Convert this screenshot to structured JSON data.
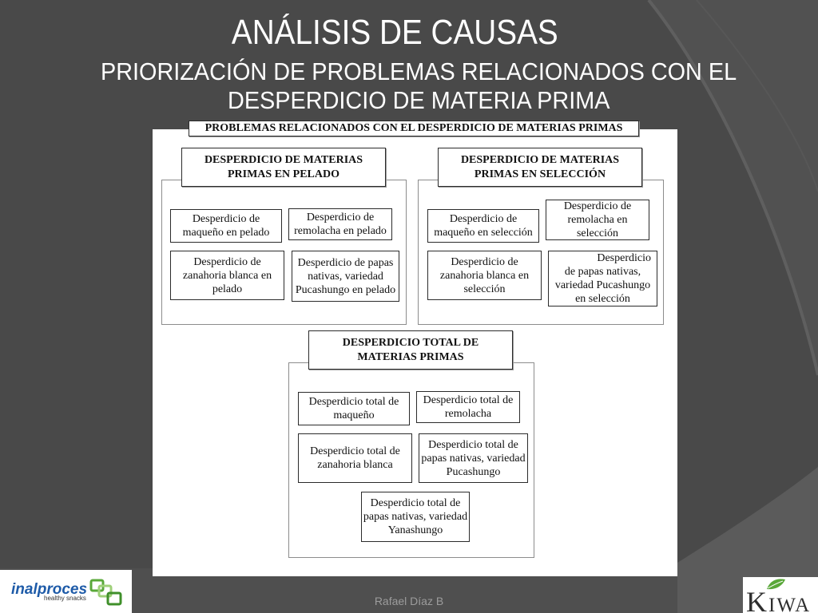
{
  "slide": {
    "title": "ANÁLISIS DE CAUSAS",
    "subtitle_lines": [
      "PRIORIZACIÓN DE PROBLEMAS RELACIONADOS CON EL",
      "DESPERDICIO DE MATERIA PRIMA"
    ],
    "footer": "Rafael Díaz B"
  },
  "colors": {
    "background": "#494949",
    "title_text": "#ffffff",
    "footer_text": "#9c9c9c",
    "panel": "#ffffff",
    "box_border": "#2b2b2b",
    "group_border": "#8c8c8c",
    "logo_blue": "#1e5ba8",
    "logo_green": "#5aa83a"
  },
  "diagram": {
    "header": "PROBLEMAS RELACIONADOS CON EL DESPERDICIO DE MATERIAS PRIMAS",
    "groups": [
      {
        "title_lines": [
          "DESPERDICIO DE MATERIAS",
          "PRIMAS EN PELADO"
        ],
        "items": [
          {
            "lines": [
              "Desperdicio de",
              "maqueño en pelado"
            ]
          },
          {
            "lines": [
              "Desperdicio de",
              "remolacha en pelado"
            ]
          },
          {
            "lines": [
              "Desperdicio de",
              "zanahoria blanca en",
              "pelado"
            ]
          },
          {
            "lines": [
              "Desperdicio de papas",
              "nativas, variedad",
              "Pucashungo en pelado"
            ]
          }
        ]
      },
      {
        "title_lines": [
          "DESPERDICIO DE MATERIAS",
          "PRIMAS EN SELECCIÓN"
        ],
        "items": [
          {
            "lines": [
              "Desperdicio de",
              "maqueño en selección"
            ]
          },
          {
            "lines": [
              "Desperdicio de",
              "remolacha en",
              "selección"
            ]
          },
          {
            "lines": [
              "Desperdicio de",
              "zanahoria blanca en",
              "selección"
            ]
          },
          {
            "lines": [
              "Desperdicio",
              "de papas nativas,",
              "variedad Pucashungo",
              "en selección"
            ]
          }
        ]
      },
      {
        "title_lines": [
          "DESPERDICIO TOTAL DE",
          "MATERIAS PRIMAS"
        ],
        "items": [
          {
            "lines": [
              "Desperdicio total de",
              "maqueño"
            ]
          },
          {
            "lines": [
              "Desperdicio total de",
              "remolacha"
            ]
          },
          {
            "lines": [
              "Desperdicio total de",
              "zanahoria blanca"
            ]
          },
          {
            "lines": [
              "Desperdicio total de",
              "papas nativas, variedad",
              "Pucashungo"
            ]
          },
          {
            "lines": [
              "Desperdicio total de",
              "papas nativas, variedad",
              "Yanashungo"
            ]
          }
        ]
      }
    ]
  },
  "logos": {
    "left": {
      "name": "inalproces",
      "tagline": "healthy snacks",
      "icon": "interlocking-squares-icon"
    },
    "right": {
      "name": "Kiwa",
      "icon": "leaf-icon"
    }
  }
}
